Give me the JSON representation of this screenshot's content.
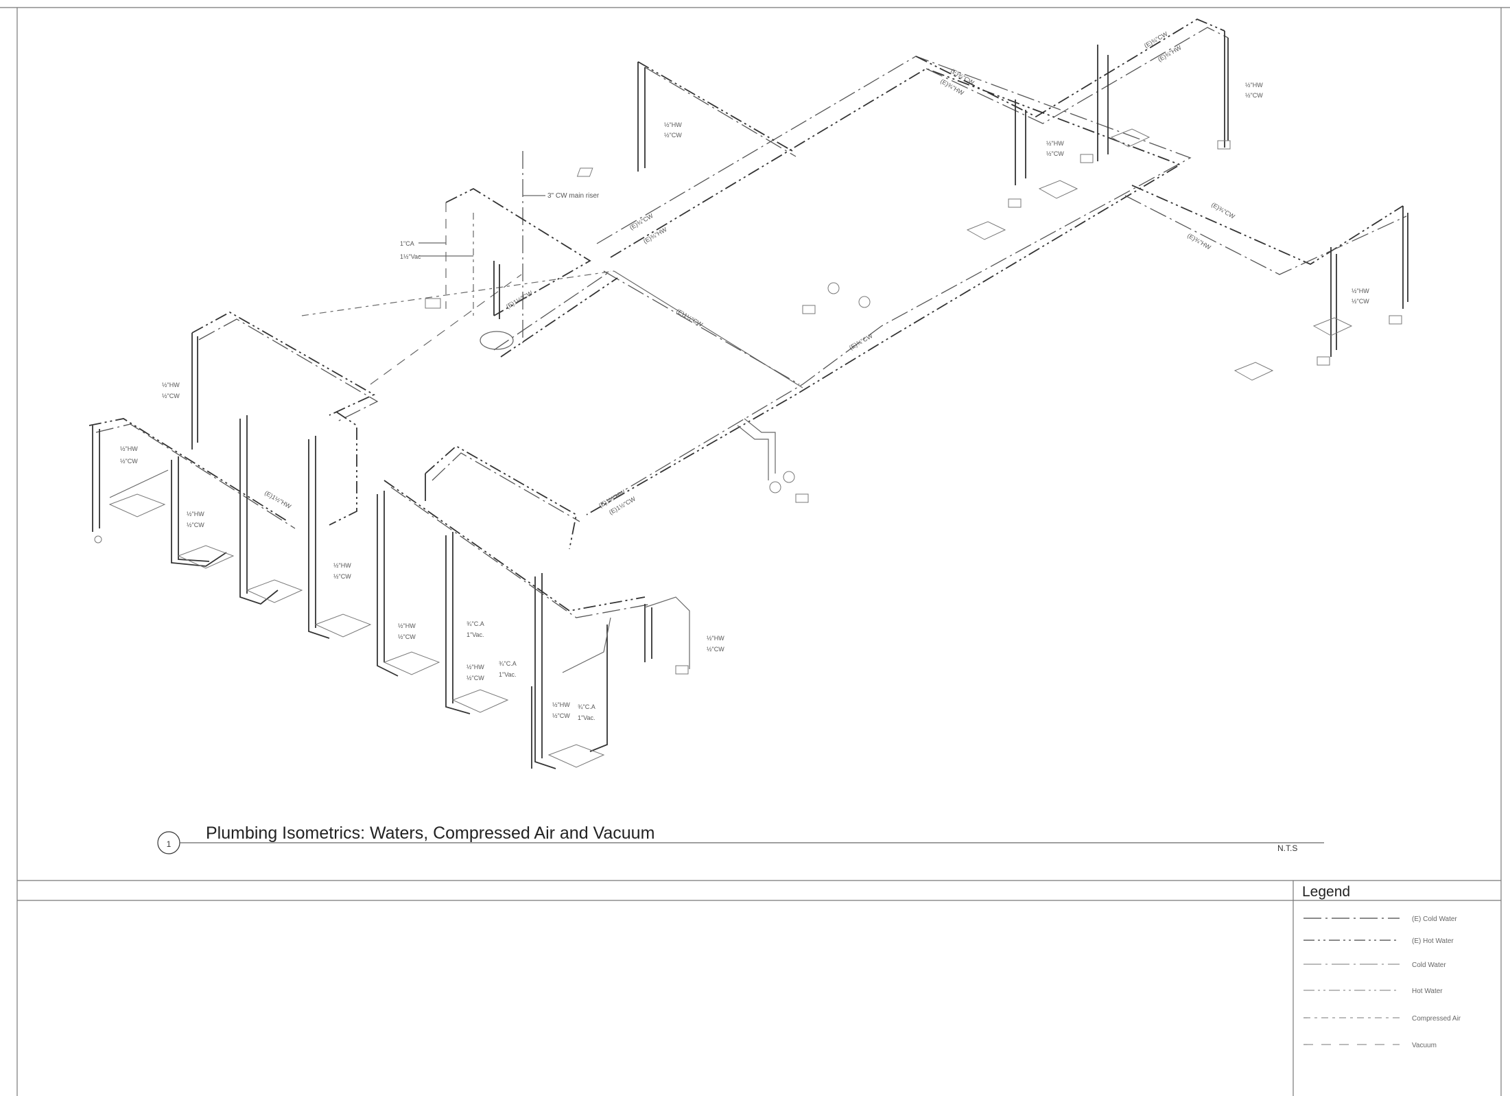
{
  "drawing": {
    "number": "1",
    "title": "Plumbing Isometrics: Waters, Compressed Air and Vacuum",
    "scale_note": "N.T.S"
  },
  "riser_label": "3\" CW main riser",
  "labels": {
    "hw": "½\"HW",
    "cw": "½\"CW",
    "ca": "¾\"C.A",
    "vac": "1\"Vac.",
    "ca1": "1\"CA",
    "vac_15": "1½\"Vac",
    "run_cw": "(E)¾\"CW",
    "run_hw": "(E)¾\"HW",
    "run_cw1": "(E)1½\"CW",
    "run_hw1": "(E)1½\"HW"
  },
  "legend": {
    "title": "Legend",
    "items": [
      {
        "label": "(E) Cold Water",
        "style": "existing-cold"
      },
      {
        "label": "(E) Hot Water",
        "style": "existing-hot"
      },
      {
        "label": "Cold Water",
        "style": "cold"
      },
      {
        "label": "Hot Water",
        "style": "hot"
      },
      {
        "label": "Compressed Air",
        "style": "air"
      },
      {
        "label": "Vacuum",
        "style": "vacuum"
      }
    ]
  }
}
